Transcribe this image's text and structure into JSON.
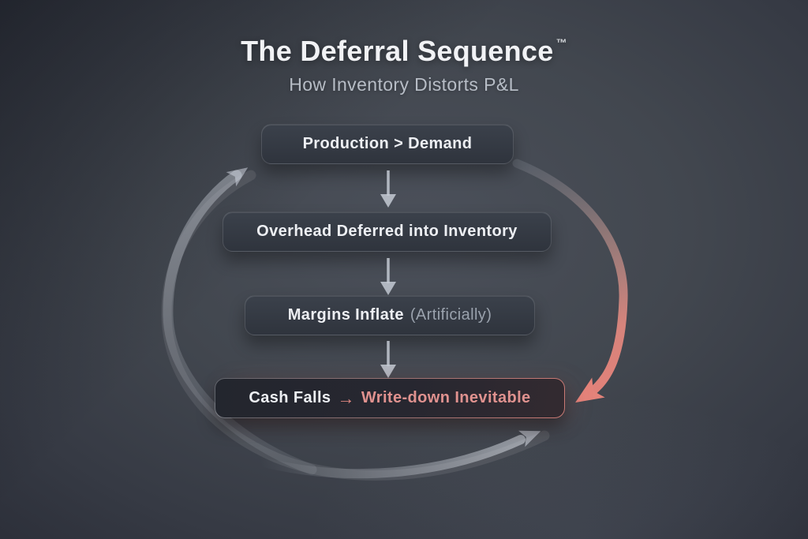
{
  "header": {
    "title": "The Deferral Sequence",
    "trademark": "™",
    "subtitle": "How Inventory Distorts P&L"
  },
  "flow": {
    "steps": [
      {
        "id": "production-demand",
        "label": "Production > Demand"
      },
      {
        "id": "overhead-deferred",
        "label": "Overhead Deferred into Inventory"
      },
      {
        "id": "margins-inflate",
        "label_main": "Margins Inflate",
        "label_note": "(Artificially)"
      },
      {
        "id": "cash-falls",
        "label_main": "Cash Falls",
        "arrow_glyph": "→",
        "label_accent": "Write-down Inevitable"
      }
    ],
    "connector_count": 3
  },
  "icons": {
    "down_arrow": "down-arrow-icon",
    "loop_left": "loop-arrow-up-icon",
    "loop_bottom": "loop-arrow-right-icon",
    "loop_right_red": "write-down-arrow-icon"
  },
  "colors": {
    "background_center": "#4b505a",
    "background_edge": "#23262e",
    "box_fill_top": "#3b414b",
    "box_fill_bottom": "#2f343d",
    "box_border": "rgba(255,255,255,0.14)",
    "final_box_fill": "#23262e",
    "text_primary": "#edeff3",
    "text_muted": "#9aa2ad",
    "subtitle_text": "#b7bdc6",
    "accent_rose": "#e2837b",
    "loop_gray": "#c9cfd9"
  }
}
